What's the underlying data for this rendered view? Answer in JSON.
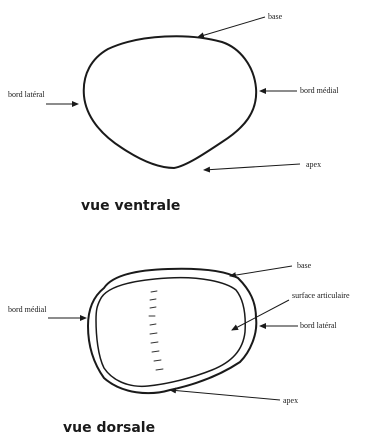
{
  "ventral": {
    "label_base": "base",
    "label_bord_lateral": "bord latéral",
    "label_bord_medial": "bord médial",
    "label_apex": "apex",
    "title": "vue ventrale"
  },
  "dorsal": {
    "label_base": "base",
    "label_surface": "surface articulaire",
    "label_bord_medial": "bord médial",
    "label_bord_lateral": "bord latéral",
    "label_apex": "apex",
    "title": "vue dorsale"
  }
}
